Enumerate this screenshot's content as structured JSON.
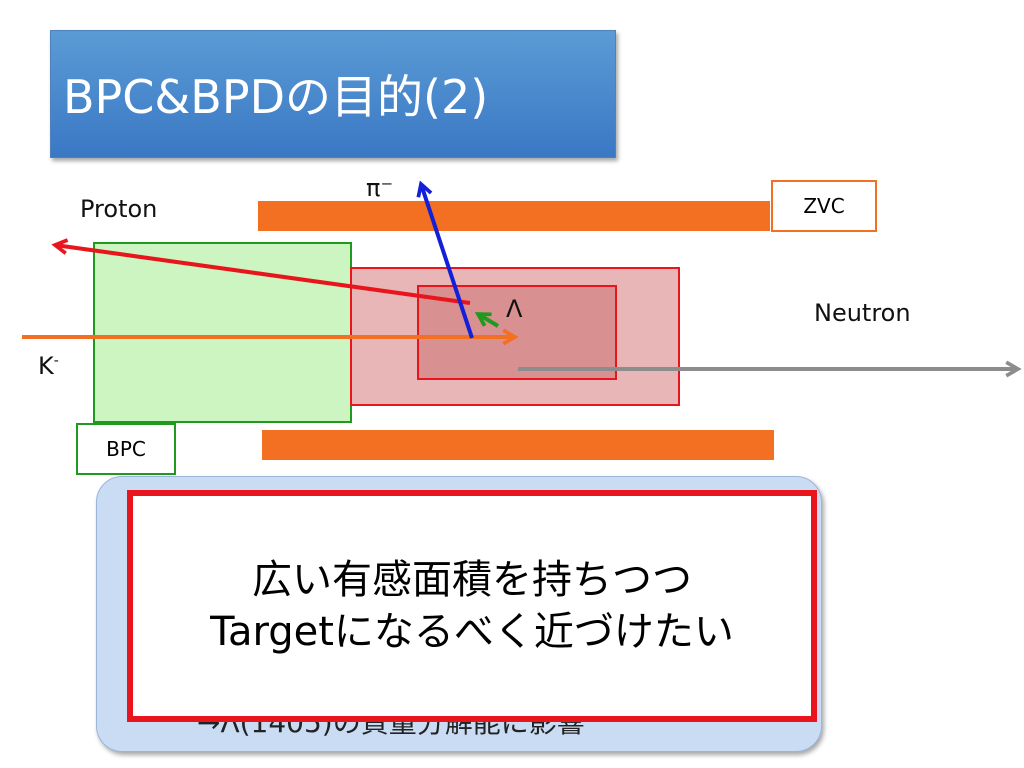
{
  "title": "BPC&BPDの目的(2)",
  "labels": {
    "proton": "Proton",
    "pi_minus": "π⁻",
    "zvc": "ZVC",
    "lambda": "Λ",
    "neutron": "Neutron",
    "kaon_base": "K",
    "kaon_sup": "-",
    "bpc": "BPC"
  },
  "underlying_text": "→Λ(1405)の質量分解能に影響",
  "callout": {
    "line1": "広い有感面積を持ちつつ",
    "line2": "Targetになるべく近づけたい"
  },
  "colors": {
    "orange": "#f36f21",
    "red": "#e8161c",
    "green": "#1f9a1f",
    "blue": "#1420d8",
    "gray": "#8c8c8c"
  }
}
